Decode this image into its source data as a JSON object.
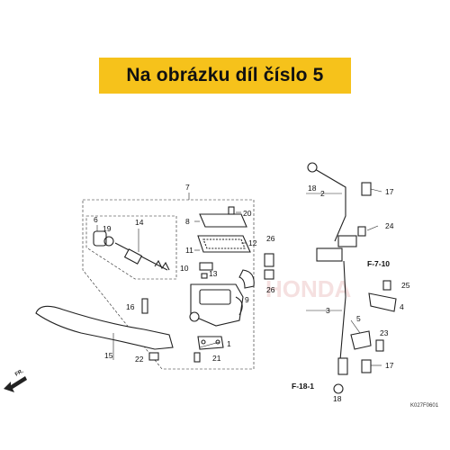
{
  "banner": {
    "text": "Na obrázku díl číslo 5",
    "color": "#f6c21b"
  },
  "labels": {
    "p1": "1",
    "p2": "2",
    "p3": "3",
    "p4": "4",
    "p5": "5",
    "p6": "6",
    "p7": "7",
    "p8": "8",
    "p9": "9",
    "p10": "10",
    "p11": "11",
    "p12": "12",
    "p13": "13",
    "p14": "14",
    "p15": "15",
    "p16": "16",
    "p17a": "17",
    "p17b": "17",
    "p18a": "18",
    "p18b": "18",
    "p19": "19",
    "p20": "20",
    "p21": "21",
    "p22": "22",
    "p23": "23",
    "p24": "24",
    "p25": "25",
    "p26a": "26",
    "p26b": "26"
  },
  "refs": {
    "f710": "F-7-10",
    "f181": "F-18-1"
  },
  "fr_arrow": "FR.",
  "watermark": "HONDA",
  "diagram_code": "K027F0601"
}
